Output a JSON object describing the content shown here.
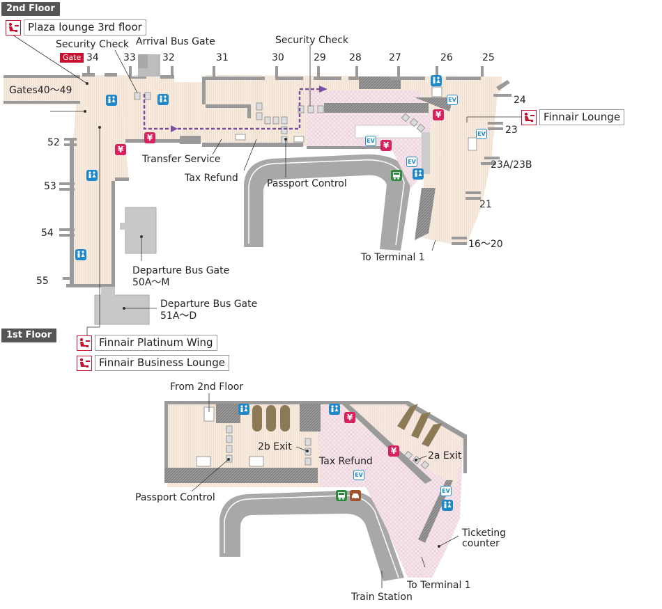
{
  "floors": {
    "second": {
      "title": "2nd Floor",
      "gate_tag": "Gate",
      "gates": {
        "g34": "34",
        "g33": "33",
        "g32": "32",
        "g31": "31",
        "g30": "30",
        "g29": "29",
        "g28": "28",
        "g27": "27",
        "g26": "26",
        "g25": "25",
        "g24": "24",
        "g23": "23",
        "g23ab": "23A/23B",
        "g21": "21",
        "g16_20": "16～20",
        "g40_49": "Gates40～49",
        "g52": "52",
        "g53": "53",
        "g54": "54",
        "g55": "55"
      },
      "labels": {
        "security_check_left": "Security Check",
        "arrival_bus_gate": "Arrival Bus Gate",
        "security_check_right": "Security Check",
        "transfer_service": "Transfer Service",
        "tax_refund": "Tax Refund",
        "passport_control": "Passport Control",
        "to_terminal1": "To Terminal 1",
        "departure_bus_gate_1": "Departure Bus Gate",
        "departure_bus_gate_1_sub": "50A～M",
        "departure_bus_gate_2": "Departure Bus Gate",
        "departure_bus_gate_2_sub": "51A～D"
      },
      "lounges": {
        "plaza": "Plaza lounge 3rd floor",
        "finnair": "Finnair Lounge"
      }
    },
    "first": {
      "title": "1st Floor",
      "lounges": {
        "platinum": "Finnair Platinum Wing",
        "business": "Finnair Business  Lounge"
      },
      "labels": {
        "from_2nd_floor": "From 2nd Floor",
        "exit_2b": "2b Exit",
        "tax_refund": "Tax Refund",
        "exit_2a": "2a Exit",
        "passport_control": "Passport Control",
        "ticketing_counter_1": "Ticketing",
        "ticketing_counter_2": "counter",
        "to_terminal1": "To Terminal 1",
        "train_station": "Train Station"
      }
    }
  },
  "icons": {
    "yen": "¥",
    "ev": "EV"
  },
  "colors": {
    "floor_fill": "#f6e9dc",
    "pink_fill": "#f5e4ea",
    "wall": "#8a8a8a",
    "road": "#9e9e9e",
    "route": "#7b4fa0",
    "bus_gate": "#c8c8c8",
    "accent_red": "#c8102e"
  }
}
